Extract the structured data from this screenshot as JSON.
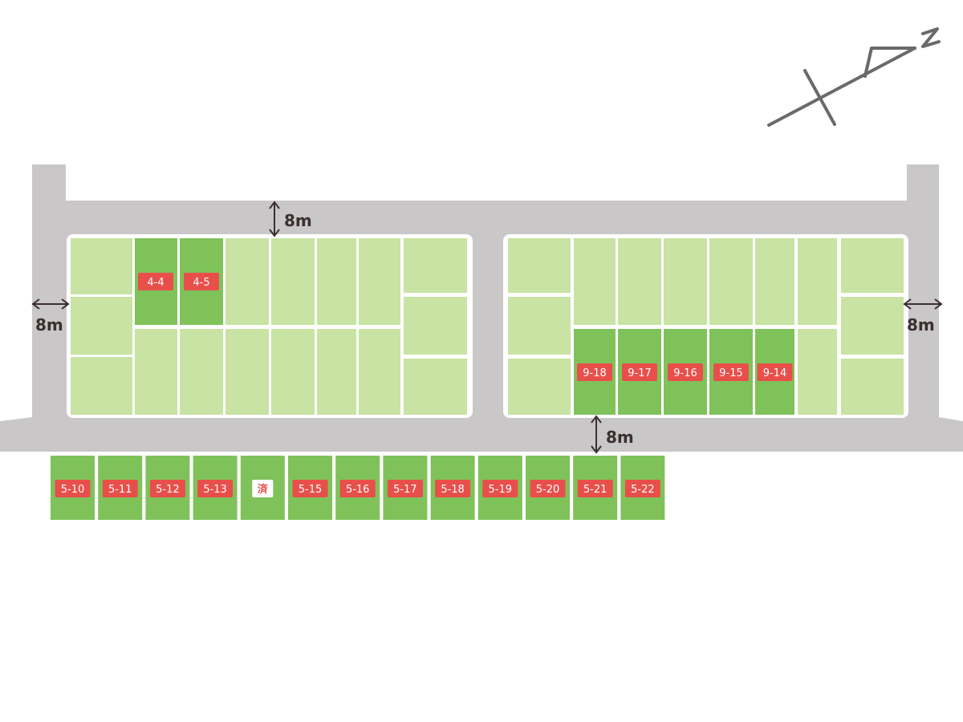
{
  "colors": {
    "road": "#c9c7c8",
    "lot_light": "#c8e3a3",
    "lot_available": "#7fc25a",
    "lot_dark": "#6db848",
    "border": "#ffffff",
    "label_bg": "#e84f4a",
    "label_text": "#ffffff",
    "sold_bg": "#ffffff",
    "sold_text": "#e84f4a",
    "dimension": "#3b2f2f",
    "compass": "#6a6a6a"
  },
  "compass": {
    "icon": "north-arrow",
    "label": "N"
  },
  "dimensions": {
    "top_road": "8m",
    "left_road": "8m",
    "right_road": "8m",
    "bottom_road": "8m"
  },
  "lots": {
    "block_4": {
      "available": [
        "4-4",
        "4-5"
      ]
    },
    "block_9": {
      "available": [
        "9-18",
        "9-17",
        "9-16",
        "9-15",
        "9-14"
      ]
    },
    "block_5": {
      "lots": [
        {
          "label": "5-10",
          "status": "available"
        },
        {
          "label": "5-11",
          "status": "available"
        },
        {
          "label": "5-12",
          "status": "available"
        },
        {
          "label": "5-13",
          "status": "available"
        },
        {
          "label": "済",
          "status": "sold"
        },
        {
          "label": "5-15",
          "status": "available"
        },
        {
          "label": "5-16",
          "status": "available"
        },
        {
          "label": "5-17",
          "status": "available"
        },
        {
          "label": "5-18",
          "status": "available"
        },
        {
          "label": "5-19",
          "status": "available"
        },
        {
          "label": "5-20",
          "status": "available"
        },
        {
          "label": "5-21",
          "status": "available"
        },
        {
          "label": "5-22",
          "status": "available"
        }
      ]
    }
  }
}
